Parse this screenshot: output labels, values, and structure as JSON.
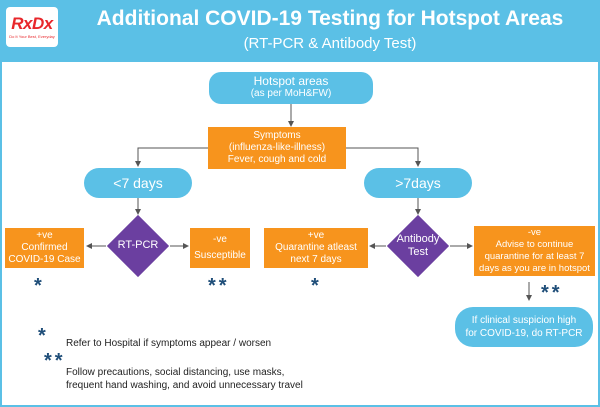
{
  "header": {
    "logo_text": "RxDx",
    "logo_tagline": "Do It Your Best, Everyday",
    "title": "Additional COVID-19 Testing for Hotspot Areas",
    "subtitle": "(RT-PCR & Antibody Test)"
  },
  "flow": {
    "hotspot": {
      "line1": "Hotspot areas",
      "line2": "(as per MoH&FW)"
    },
    "symptoms": {
      "line1": "Symptoms",
      "line2": "(influenza-like-illness)",
      "line3": "Fever, cough and cold"
    },
    "left_branch": {
      "label": "<7 days",
      "test": "RT-PCR",
      "positive": {
        "line1": "+ve",
        "line2": "Confirmed",
        "line3": "COVID-19 Case",
        "mark": "*"
      },
      "negative": {
        "line1": "-ve",
        "line2": "Susceptible",
        "mark": "**"
      }
    },
    "right_branch": {
      "label": ">7days",
      "test_line1": "Antibody",
      "test_line2": "Test",
      "positive": {
        "line1": "+ve",
        "line2": "Quarantine atleast",
        "line3": "next 7 days",
        "mark": "*"
      },
      "negative": {
        "line1": "-ve",
        "line2": "Advise to continue",
        "line3": "quarantine for at least 7",
        "line4": "days as you are in hotspot",
        "mark": "**"
      },
      "followup": {
        "line1": "If clinical suspicion high",
        "line2": "for COVID-19, do RT-PCR"
      }
    }
  },
  "notes": {
    "single_star": {
      "mark": "*",
      "text": "Refer to Hospital if symptoms appear / worsen"
    },
    "double_star": {
      "mark": "**",
      "line1": "Follow precautions, social distancing, use masks,",
      "line2": "frequent hand washing, and avoid unnecessary travel"
    }
  },
  "colors": {
    "accent_blue": "#5bc0e6",
    "orange": "#f7941d",
    "purple": "#6b3fa0",
    "star_navy": "#1f4e79"
  }
}
